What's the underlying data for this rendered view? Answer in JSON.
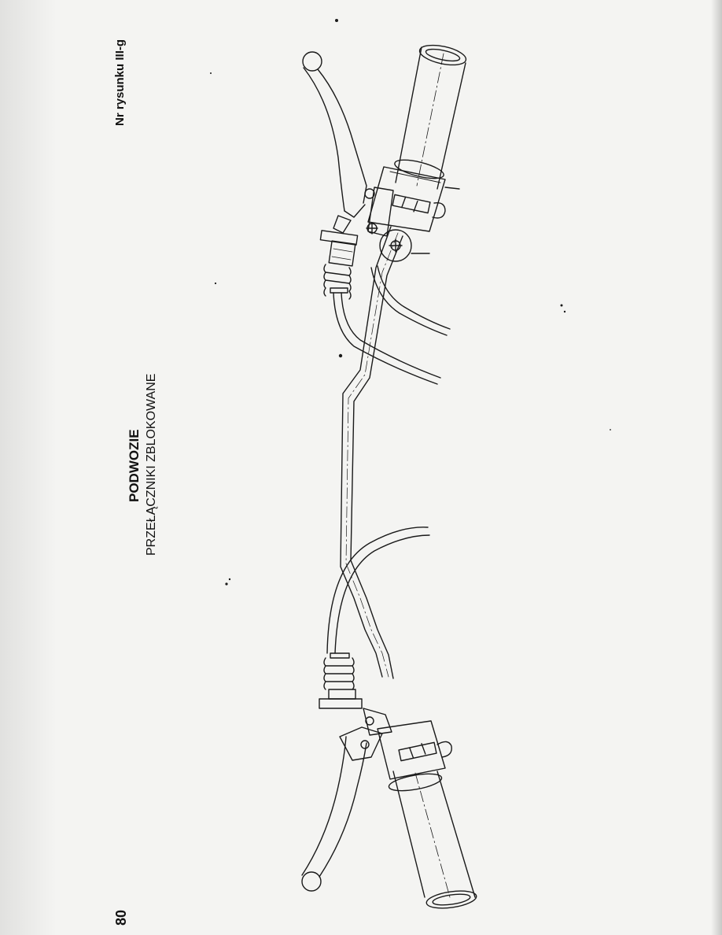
{
  "page": {
    "number": "80",
    "figure_ref": "Nr rysunku III-g",
    "title": "PODWOZIE",
    "subtitle": "PRZEŁĄCZNIKI ZBLOKOWANE"
  },
  "colors": {
    "paper": "#f4f4f2",
    "ink": "#1a1a1a"
  }
}
